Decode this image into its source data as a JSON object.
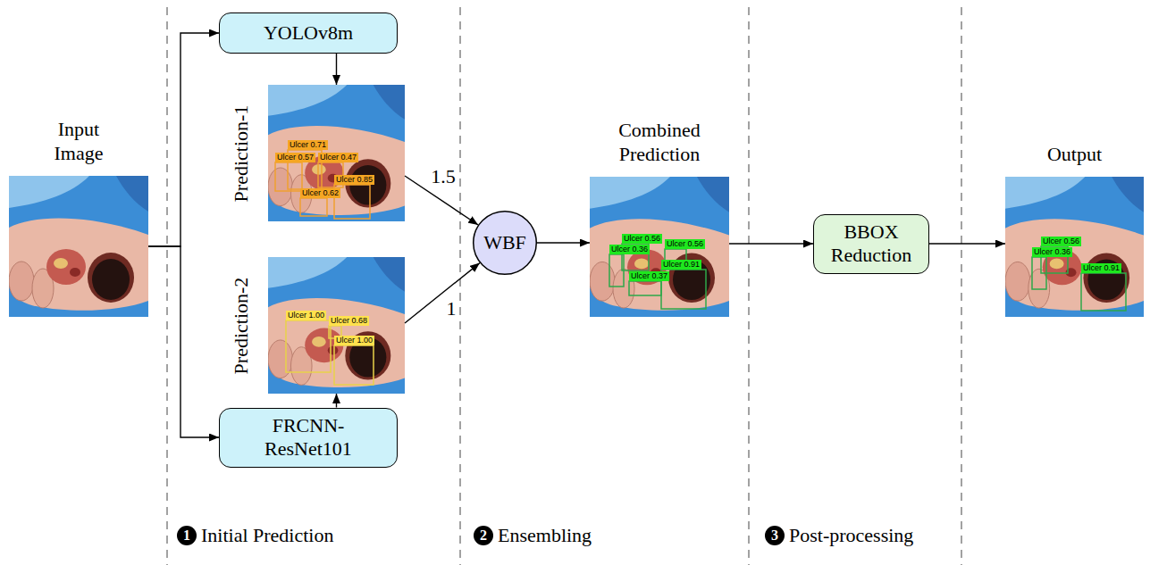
{
  "diagram": {
    "nodes": [
      {
        "text": [
          "Input Image"
        ]
      },
      {
        "text": [
          "YOLOv8m"
        ]
      },
      {
        "text": [
          "Prediction-1"
        ]
      },
      {
        "text": [
          "Prediction-2"
        ]
      },
      {
        "text": [
          "FRCNN-ResNet101"
        ]
      },
      {
        "text": [
          "WBF"
        ]
      },
      {
        "text": [
          "Combined Prediction"
        ]
      },
      {
        "text": [
          "BBOX Reduction"
        ]
      },
      {
        "text": [
          "Output"
        ]
      }
    ],
    "edges": [
      {
        "from": 0,
        "to": 1,
        "arrow": "to"
      },
      {
        "from": 0,
        "to": 4,
        "arrow": "to"
      },
      {
        "from": 1,
        "to": 2,
        "arrow": "to"
      },
      {
        "from": 4,
        "to": 3,
        "arrow": "to"
      },
      {
        "from": 2,
        "to": 5,
        "label": "1.5",
        "arrow": "to"
      },
      {
        "from": 3,
        "to": 5,
        "label": "1",
        "arrow": "to"
      },
      {
        "from": 5,
        "to": 6,
        "arrow": "to"
      },
      {
        "from": 6,
        "to": 7,
        "arrow": "to"
      },
      {
        "from": 7,
        "to": 8,
        "arrow": "to"
      }
    ],
    "labels": [
      "Ulcer 0.71",
      "Ulcer 0.57",
      "Ulcer 0.47",
      "Ulcer 0.85",
      "Ulcer 0.62",
      "Ulcer 1.00",
      "Ulcer 0.68",
      "Ulcer 1.00",
      "Ulcer 0.56",
      "Ulcer 0.56",
      "Ulcer 0.36",
      "Ulcer 0.91",
      "Ulcer 0.37",
      "Ulcer 0.56",
      "Ulcer 0.36",
      "Ulcer 0.91",
      "1",
      "Initial Prediction",
      "2",
      "Ensembling",
      "3",
      "Post-processing"
    ]
  }
}
